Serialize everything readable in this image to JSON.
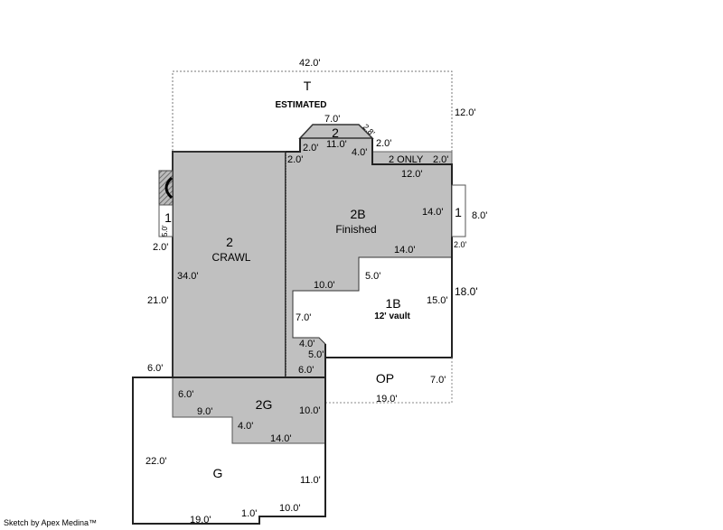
{
  "areas": {
    "T": "T",
    "T_note": "ESTIMATED",
    "top_bump": "2",
    "only": "2 ONLY",
    "b2": "2B",
    "b2_note": "Finished",
    "crawl": "2",
    "crawl_note": "CRAWL",
    "b1": "1B",
    "b1_note": "12' vault",
    "op": "OP",
    "g2": "2G",
    "g": "G",
    "left_one": "1",
    "right_one": "1"
  },
  "dims": {
    "t_width": "42.0'",
    "t_depth": "12.0'",
    "bump_top": "7.0'",
    "bump_diag": "2.8'",
    "bump_right": "2.0'",
    "bump_left": "2.0'",
    "bump_base": "11.0'",
    "bump_inner": "4.0'",
    "main_left_top": "2.0'",
    "only_right": "2.0'",
    "b2_top_right": "12.0'",
    "b2_right": "14.0'",
    "right_box": "8.0'",
    "right_box_bottom": "2.0'",
    "b2_bottom": "14.0'",
    "b1_step": "5.0'",
    "b1_top": "10.0'",
    "b1_right": "15.0'",
    "total_right": "18.0'",
    "b1_left": "7.0'",
    "b1_bottom_step": "4.0'",
    "b1_small": "5.0'",
    "b2_base": "6.0'",
    "op_right": "7.0'",
    "op_bottom": "19.0'",
    "left_box": "5.0'",
    "left_box_bottom": "2.0'",
    "crawl_inner": "34.0'",
    "left_side": "21.0'",
    "g_top_left": "6.0'",
    "g2_left": "6.0'",
    "g2_step": "9.0'",
    "g2_inner": "4.0'",
    "g2_right": "10.0'",
    "g2_bottom": "14.0'",
    "g_left": "22.0'",
    "g_right": "11.0'",
    "g_bottom_right": "10.0'",
    "g_notch": "1.0'",
    "g_bottom": "19.0'"
  },
  "credit": "Sketch by Apex Medina™"
}
